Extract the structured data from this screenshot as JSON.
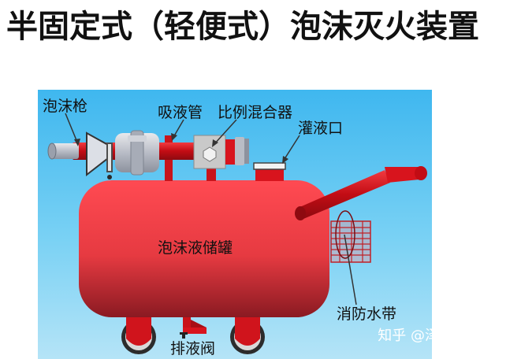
{
  "title": "半固定式（轻便式）泡沫灭火装置",
  "labels": {
    "foam_gun": "泡沫枪",
    "suction_pipe": "吸液管",
    "proportioner": "比例混合器",
    "filling_port": "灌液口",
    "tank": "泡沫液储罐",
    "fire_hose": "消防水带",
    "drain_valve": "排液阀"
  },
  "watermark": "知乎 @泽天消防科技",
  "colors": {
    "tank_red": "#e63a41",
    "pipe_red": "#d8141d",
    "sky_blue": "#3fb7ef",
    "gray_metal": "#c7c7c7"
  }
}
